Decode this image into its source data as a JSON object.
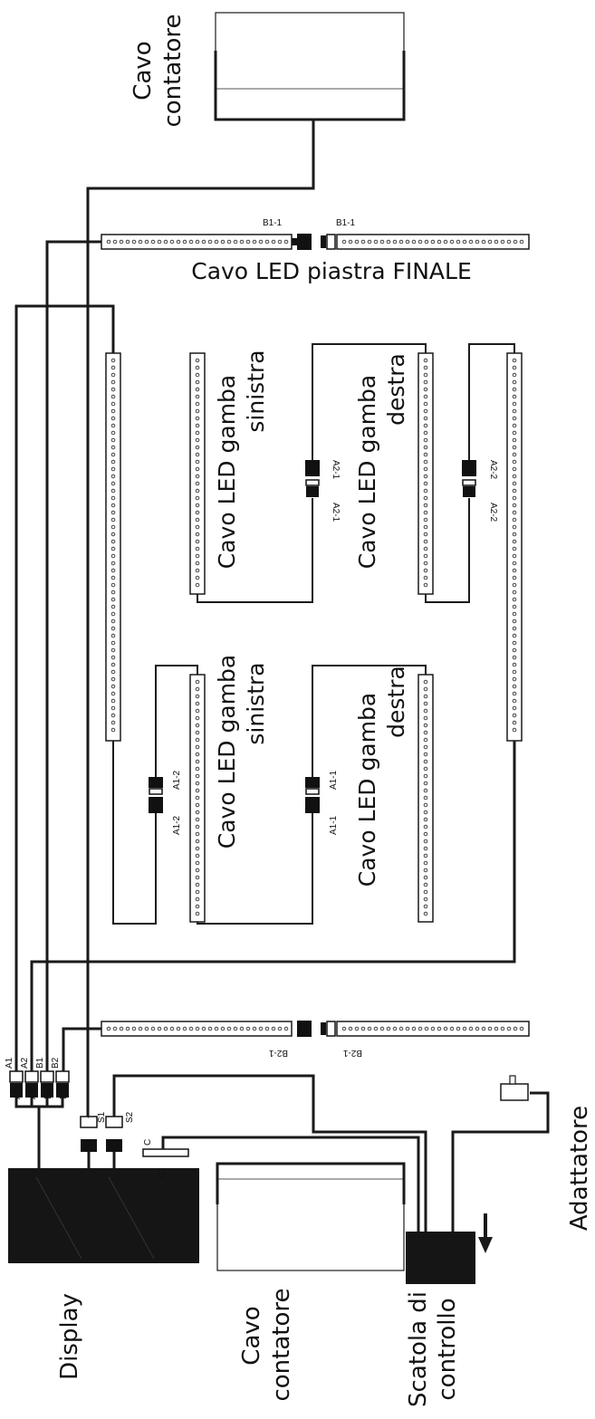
{
  "labels": {
    "cavo_contatore_top_1": "Cavo",
    "cavo_contatore_top_2": "contatore",
    "final_plate": "Cavo LED piastra FINALE",
    "gamba_sinistra_top_1": "Cavo LED gamba",
    "gamba_sinistra_top_2": "sinistra",
    "gamba_destra_top_1": "Cavo LED gamba",
    "gamba_destra_top_2": "destra",
    "gamba_sinistra_bot_1": "Cavo LED gamba",
    "gamba_sinistra_bot_2": "sinistra",
    "gamba_destra_bot_1": "Cavo LED gamba",
    "gamba_destra_bot_2": "destra",
    "adattatore": "Adattatore",
    "display": "Display",
    "cavo_contatore_bot_1": "Cavo",
    "cavo_contatore_bot_2": "contatore",
    "scatola_1": "Scatola di",
    "scatola_2": "controllo"
  },
  "connectors": {
    "b1_left": "B1-1",
    "b1_right": "B1-1",
    "b2_left": "B2-1",
    "b2_right": "B2-1",
    "a2_1_top": "A2-1",
    "a2_1_bot": "A2-1",
    "a2_2_top": "A2-2",
    "a2_2_bot": "A2-2",
    "a1_2_top": "A1-2",
    "a1_2_bot": "A1-2",
    "a1_1_top": "A1-1",
    "a1_1_bot": "A1-1",
    "display_a1_top": "A1",
    "display_a2_top": "A2",
    "display_b1_top": "B1",
    "display_b2_top": "B2",
    "display_a1": "A1",
    "display_a2": "A2",
    "display_b1": "B1",
    "display_b2": "B2",
    "s1_top": "S1",
    "s2_top": "S2",
    "s1_bot": "S1",
    "s2_bot": "S2",
    "c_top": "C",
    "c_bot": "C"
  }
}
